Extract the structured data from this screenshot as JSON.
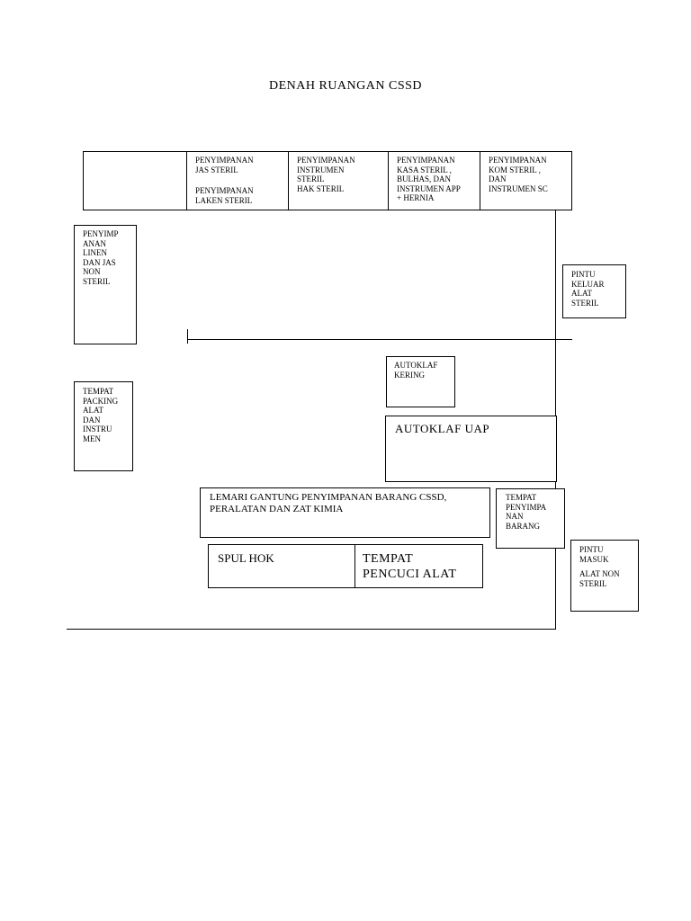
{
  "title": "DENAH RUANGAN CSSD",
  "rooms": {
    "top1_a": "PENYIMPANAN\nJAS STERIL",
    "top1_b": "PENYIMPANAN\nLAKEN STERIL",
    "top2": "PENYIMPANAN\nINSTRUMEN\nSTERIL\nHAK STERIL",
    "top3": "PENYIMPANAN\nKASA STERIL ,\nBULHAS, DAN\nINSTRUMEN APP\n+ HERNIA",
    "top4": "PENYIMPANAN\nKOM STERIL ,\nDAN\nINSTRUMEN SC",
    "linen": "PENYIMP\nANAN\nLINEN\nDAN JAS\nNON\nSTERIL",
    "packing": "TEMPAT\nPACKING\nALAT\nDAN\nINSTRU\nMEN",
    "pintu_keluar": "PINTU\nKELUAR\nALAT\nSTERIL",
    "autoklaf_kering": "AUTOKLAF\nKERING",
    "autoklaf_uap": "AUTOKLAF UAP",
    "lemari": "LEMARI GANTUNG PENYIMPANAN BARANG CSSD,\nPERALATAN DAN ZAT KIMIA",
    "tempat_barang": "TEMPAT\nPENYIMPA\nNAN\nBARANG",
    "spul_hok": "SPUL HOK",
    "pencuci": "TEMPAT\nPENCUCI ALAT",
    "pintu_masuk_a": "PINTU\nMASUK",
    "pintu_masuk_b": "ALAT NON\nSTERIL"
  }
}
